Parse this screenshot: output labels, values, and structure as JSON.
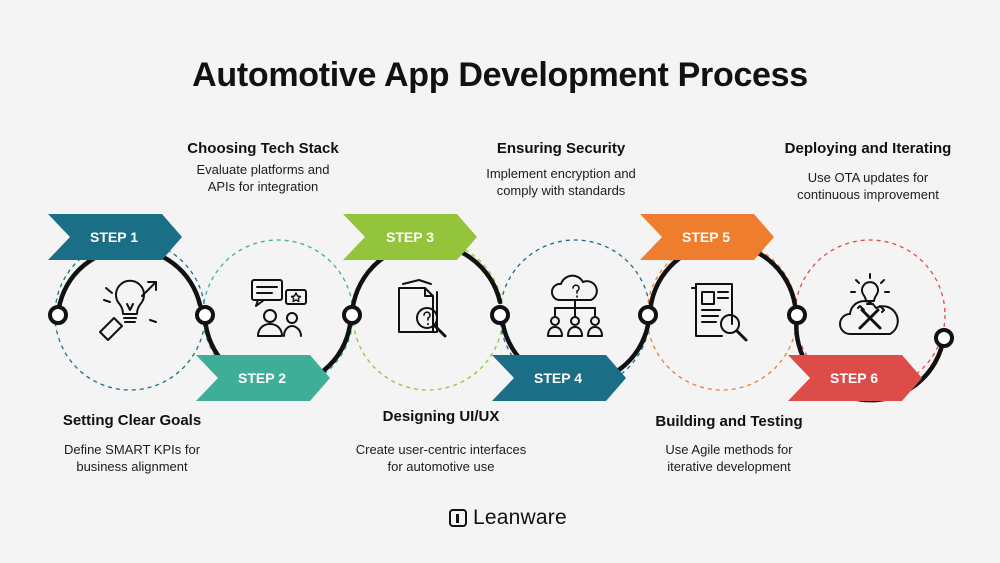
{
  "title": "Automotive App Development Process",
  "steps": [
    {
      "badge": "STEP 1",
      "title": "Setting Clear Goals",
      "desc": [
        "Define SMART KPIs for",
        "business alignment"
      ],
      "icon": "lightbulb-growth-icon",
      "color": "#1a6e86"
    },
    {
      "badge": "STEP 2",
      "title": "Choosing Tech Stack",
      "desc": [
        "Evaluate platforms and",
        "APIs for integration"
      ],
      "icon": "team-discussion-icon",
      "color": "#3fae99"
    },
    {
      "badge": "STEP 3",
      "title": "Designing UI/UX",
      "desc": [
        "Create user-centric interfaces",
        "for automotive use"
      ],
      "icon": "document-search-icon",
      "color": "#94c43c"
    },
    {
      "badge": "STEP 4",
      "title": "Ensuring Security",
      "desc": [
        "Implement encryption and",
        "comply with standards"
      ],
      "icon": "cloud-network-icon",
      "color": "#1a6e86"
    },
    {
      "badge": "STEP 5",
      "title": "Building and Testing",
      "desc": [
        "Use Agile methods for",
        "iterative development"
      ],
      "icon": "report-magnifier-icon",
      "color": "#ef7d2e"
    },
    {
      "badge": "STEP 6",
      "title": "Deploying and Iterating",
      "desc": [
        "Use OTA updates for",
        "continuous improvement"
      ],
      "icon": "cloud-idea-tools-icon",
      "color": "#dc4d4a"
    }
  ],
  "logo": {
    "text": "Leanware",
    "icon": "leanware-logo-icon"
  }
}
